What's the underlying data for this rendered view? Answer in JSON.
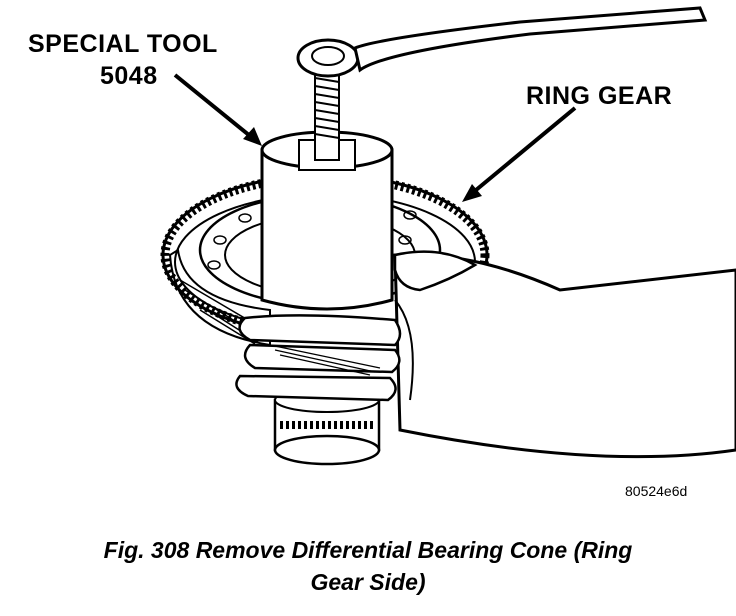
{
  "labels": {
    "tool_line1": "SPECIAL TOOL",
    "tool_line2": "5048",
    "ring_gear": "RING GEAR",
    "figure_code": "80524e6d"
  },
  "caption": {
    "line1": "Fig. 308 Remove Differential Bearing Cone (Ring",
    "line2": "Gear Side)"
  }
}
